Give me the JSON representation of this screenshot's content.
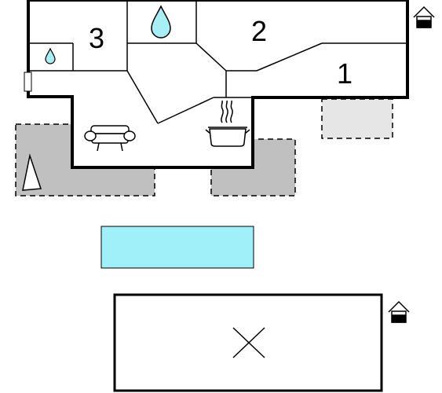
{
  "rooms": [
    {
      "id": "room-1",
      "label": "1"
    },
    {
      "id": "room-2",
      "label": "2"
    },
    {
      "id": "room-3",
      "label": "3"
    }
  ],
  "icons": {
    "bathroom": "water-drop-icon",
    "washroom": "water-drop-icon",
    "living": "sofa-icon",
    "kitchen": "cooking-pot-icon",
    "entrance": "house-entrance-icon",
    "annex_entrance": "house-entrance-icon",
    "annex": "x-mark-icon",
    "parasol": "parasol-icon"
  },
  "colors": {
    "wall": "#000000",
    "terrace": "#c0c0c0",
    "terrace_light": "#e6e6e6",
    "pool": "#9ff0f8",
    "water": "#a8eef5"
  }
}
